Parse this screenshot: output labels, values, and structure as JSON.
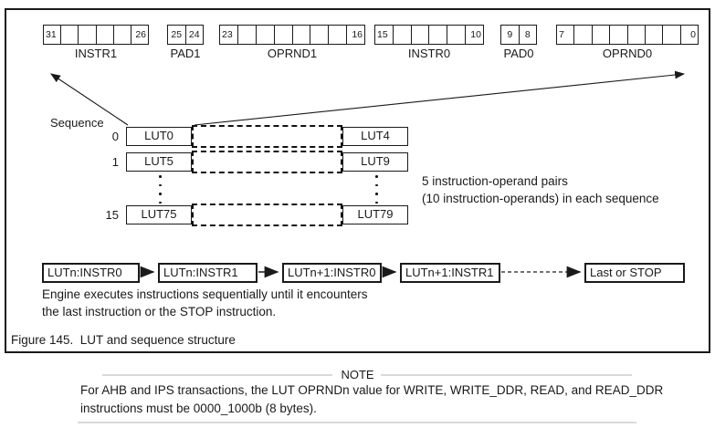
{
  "figure": {
    "register": {
      "groups": [
        {
          "label": "INSTR1",
          "first": "31",
          "last": "26"
        },
        {
          "label": "PAD1",
          "first": "25",
          "last": "24"
        },
        {
          "label": "OPRND1",
          "first": "23",
          "last": "16"
        },
        {
          "label": "INSTR0",
          "first": "15",
          "last": "10"
        },
        {
          "label": "PAD0",
          "first": "9",
          "last": "8"
        },
        {
          "label": "OPRND0",
          "first": "7",
          "last": "0"
        }
      ]
    },
    "sequence": {
      "label": "Sequence",
      "rows": [
        {
          "index": "0",
          "left": "LUT0",
          "right": "LUT4"
        },
        {
          "index": "1",
          "left": "LUT5",
          "right": "LUT9"
        },
        {
          "index": "15",
          "left": "LUT75",
          "right": "LUT79"
        }
      ],
      "annotation_line1": "5 instruction-operand pairs",
      "annotation_line2": "(10 instruction-operands) in each sequence"
    },
    "flow": {
      "boxes": [
        "LUTn:INSTR0",
        "LUTn:INSTR1",
        "LUTn+1:INSTR0",
        "LUTn+1:INSTR1",
        "Last or STOP"
      ],
      "desc_line1": "Engine executes instructions sequentially until it encounters",
      "desc_line2": "the last instruction or the STOP instruction."
    },
    "caption": "Figure 145.  LUT and sequence structure"
  },
  "note": {
    "title": "NOTE",
    "line1": "For AHB and IPS transactions, the LUT OPRNDn value for WRITE, WRITE_DDR, READ, and READ_DDR",
    "line2": "instructions must be 0000_1000b (8 bytes)."
  },
  "colors": {
    "ink": "#1a1a1a",
    "rule_gray": "#d9d9d9"
  }
}
